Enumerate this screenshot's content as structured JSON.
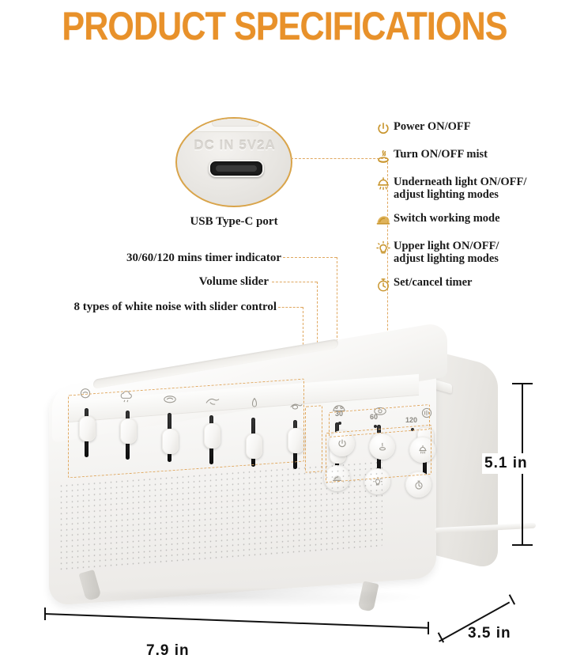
{
  "title": "PRODUCT SPECIFICATIONS",
  "magnifier": {
    "embossed_text": "DC IN 5V2A",
    "caption": "USB Type-C port",
    "port_icon": "usb-type-c-port-icon"
  },
  "callouts": [
    {
      "id": "timer-indicator",
      "label": "30/60/120 mins timer indicator"
    },
    {
      "id": "volume-slider",
      "label": "Volume slider"
    },
    {
      "id": "white-noise-sliders",
      "label": "8 types of white noise with slider control"
    }
  ],
  "legend": [
    {
      "icon": "power-icon",
      "lines": [
        "Power ON/OFF"
      ]
    },
    {
      "icon": "mist-icon",
      "lines": [
        "Turn ON/OFF mist"
      ]
    },
    {
      "icon": "underneath-light-icon",
      "lines": [
        "Underneath light ON/OFF/",
        "adjust lighting modes"
      ]
    },
    {
      "icon": "working-mode-icon",
      "lines": [
        "Switch working mode"
      ]
    },
    {
      "icon": "upper-light-icon",
      "lines": [
        "Upper light ON/OFF/",
        "adjust lighting modes"
      ]
    },
    {
      "icon": "timer-icon",
      "lines": [
        "Set/cancel timer"
      ]
    }
  ],
  "device": {
    "timer_marks": [
      "30",
      "60",
      "120"
    ],
    "sound_icons": [
      "rain-icon",
      "cloud-icon",
      "water-drop-icon",
      "bird-icon",
      "fire-icon",
      "insect-icon",
      "frog-icon",
      "eye-icon"
    ],
    "volume_icon": "volume-wave-icon",
    "buttons": [
      "power-icon",
      "mist-icon",
      "underneath-light-icon",
      "working-mode-icon",
      "upper-light-icon",
      "timer-icon"
    ]
  },
  "dimensions": {
    "height": "5.1 in",
    "width": "7.9 in",
    "depth": "3.5 in"
  },
  "colors": {
    "title_orange": "#E8912A",
    "dash_orange": "#E0A860",
    "icon_gold": "#C9962F",
    "text_dark": "#1a1a1a"
  }
}
